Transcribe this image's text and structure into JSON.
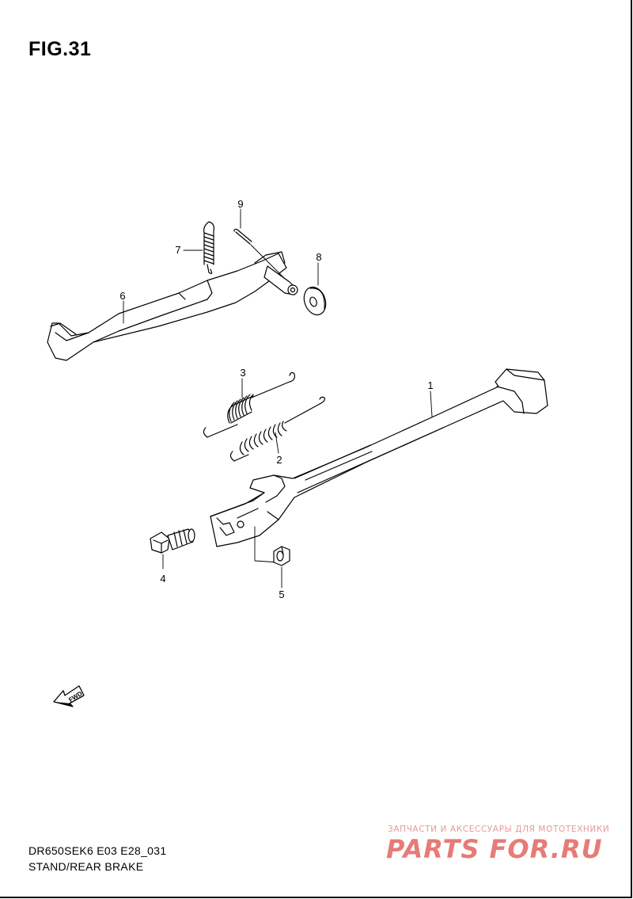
{
  "figure": {
    "title": "FIG.31"
  },
  "parts": [
    {
      "number": "1"
    },
    {
      "number": "2"
    },
    {
      "number": "3"
    },
    {
      "number": "4"
    },
    {
      "number": "5"
    },
    {
      "number": "6"
    },
    {
      "number": "7"
    },
    {
      "number": "8"
    },
    {
      "number": "9"
    }
  ],
  "fwd_marker": {
    "text": "FWD",
    "icon": "fwd-arrow-icon"
  },
  "footer": {
    "model_code": "DR650SEK6 E03 E28_031",
    "section_name": "STAND/REAR BRAKE"
  },
  "watermark": {
    "tagline": "ЗАПЧАСТИ И АКСЕССУАРЫ ДЛЯ МОТОТЕХНИКИ",
    "logo_text": "PARTS FOR.RU"
  }
}
